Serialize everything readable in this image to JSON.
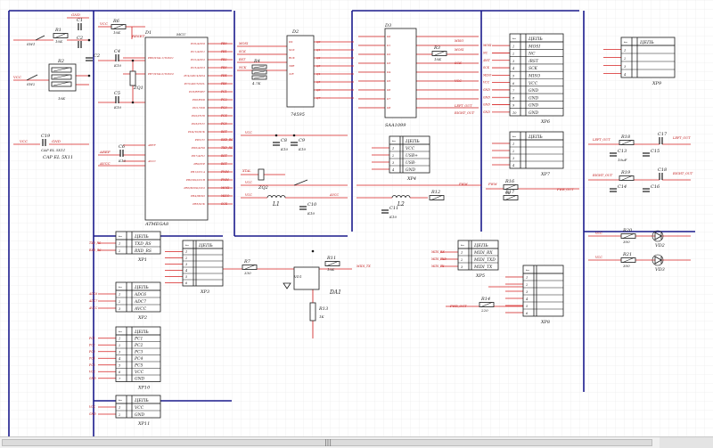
{
  "colors": {
    "bus": "#1a1a8c",
    "wire": "#d62020",
    "comp": "#1a1a1a",
    "netlabel": "#c01818",
    "pin": "#c01818",
    "ref": "#1a1a8c",
    "grid": "#d9d9d9",
    "background": "#ffffff"
  },
  "components": [
    {
      "ref": "R1",
      "value": "10K"
    },
    {
      "ref": "R2",
      "value": "10K"
    },
    {
      "ref": "C1",
      "value": ""
    },
    {
      "ref": "C2",
      "value": ""
    },
    {
      "ref": "SW1",
      "value": ""
    },
    {
      "ref": "SW2",
      "value": ""
    },
    {
      "ref": "R6",
      "value": "10K"
    },
    {
      "ref": "D1",
      "value": "ATMEGA8"
    },
    {
      "ref": "C4",
      "value": "K10"
    },
    {
      "ref": "C5",
      "value": "K10"
    },
    {
      "ref": "ZQ1",
      "value": ""
    },
    {
      "ref": "C6",
      "value": "K10"
    },
    {
      "ref": "C19",
      "value": "CAP EL 5X11"
    },
    {
      "ref": "R4",
      "value": "4.7K"
    },
    {
      "ref": "D2",
      "value": "74595"
    },
    {
      "ref": "D3",
      "value": "SAA1099"
    },
    {
      "ref": "R3",
      "value": "10K"
    },
    {
      "ref": "C8",
      "value": "K10"
    },
    {
      "ref": "C9",
      "value": "K10"
    },
    {
      "ref": "ZQ2",
      "value": ""
    },
    {
      "ref": "L1",
      "value": ""
    },
    {
      "ref": "C10",
      "value": "K10"
    },
    {
      "ref": "C11",
      "value": "K10"
    },
    {
      "ref": "L2",
      "value": ""
    },
    {
      "ref": "R12",
      "value": ""
    },
    {
      "ref": "R16",
      "value": "1K"
    },
    {
      "ref": "R17",
      "value": ""
    },
    {
      "ref": "R18",
      "value": ""
    },
    {
      "ref": "R19",
      "value": ""
    },
    {
      "ref": "C13",
      "value": "10uF"
    },
    {
      "ref": "C14",
      "value": ""
    },
    {
      "ref": "C15",
      "value": ""
    },
    {
      "ref": "C16",
      "value": ""
    },
    {
      "ref": "C17",
      "value": ""
    },
    {
      "ref": "C18",
      "value": ""
    },
    {
      "ref": "R20",
      "value": "300"
    },
    {
      "ref": "R21",
      "value": "300"
    },
    {
      "ref": "VD2",
      "value": ""
    },
    {
      "ref": "VD3",
      "value": ""
    },
    {
      "ref": "R7",
      "value": "330"
    },
    {
      "ref": "R11",
      "value": "10K"
    },
    {
      "ref": "R13",
      "value": "1K"
    },
    {
      "ref": "R14",
      "value": "220"
    },
    {
      "ref": "DA1",
      "value": ""
    },
    {
      "ref": "VD1",
      "value": ""
    }
  ],
  "connectors": [
    {
      "ref": "XP1",
      "header": "ЦЕПЬ",
      "pins": [
        "TXD_RS",
        "RXD_RS"
      ]
    },
    {
      "ref": "XP2",
      "header": "ЦЕПЬ",
      "pins": [
        "ADC6",
        "ADC7",
        "AVCC"
      ]
    },
    {
      "ref": "XP3",
      "header": "ЦЕПЬ",
      "pins": [
        "",
        "",
        "",
        "",
        "",
        ""
      ]
    },
    {
      "ref": "XP4",
      "header": "ЦЕПЬ",
      "pins": [
        "VCC",
        "USB+",
        "USB-",
        "GND"
      ]
    },
    {
      "ref": "XP5",
      "header": "ЦЕПЬ",
      "pins": [
        "MIDI_RX",
        "MIDI_TXD",
        "MIDI_TX"
      ]
    },
    {
      "ref": "XP6",
      "header": "ЦЕПЬ",
      "pins": [
        "MOSI",
        "NC",
        "/RST",
        "SCK",
        "MISO",
        "VCC",
        "GND",
        "GND",
        "GND",
        "GND"
      ]
    },
    {
      "ref": "XP7",
      "header": "ЦЕПЬ",
      "pins": [
        "",
        "",
        "",
        ""
      ]
    },
    {
      "ref": "XP8",
      "header": "",
      "pins": [
        "",
        "",
        "",
        "",
        "",
        ""
      ]
    },
    {
      "ref": "XP9",
      "header": "ЦЕПЬ",
      "pins": [
        "",
        "",
        "",
        ""
      ]
    },
    {
      "ref": "XP10",
      "header": "ЦЕПЬ",
      "pins": [
        "PC1",
        "PC2",
        "PC3",
        "PC4",
        "PC5",
        "VCC",
        "GND"
      ]
    },
    {
      "ref": "XP11",
      "header": "ЦЕПЬ",
      "pins": [
        "VCC",
        "GND"
      ]
    }
  ],
  "netlabels": [
    "GND",
    "VCC",
    "RST",
    "AREF",
    "AVCC",
    "RESET",
    "TXD_RS",
    "RXD_RS",
    "MISO",
    "MOSI",
    "SCK",
    "/RST",
    "LEFT_OUT",
    "RIGHT_OUT",
    "MIDI_RX",
    "MIDI_TX",
    "MIDI_TXD",
    "MIDI_THRU",
    "PWM",
    "PWR_OUT",
    "ADC6",
    "ADC7",
    "XTAL",
    "PC1",
    "PC2",
    "PC3",
    "PC4",
    "PC5",
    "PB0",
    "PB1",
    "PB2",
    "PB3",
    "PB4",
    "PB5"
  ],
  "mcu_pins": [
    "PB6/XTAL1/TOSC1",
    "PB7/XTAL2/TOSC2",
    "AREF",
    "AVCC",
    "PC0/ADC0",
    "PC1/ADC1",
    "PC2/ADC2",
    "PC3/ADC3",
    "PC4/ADC4/SDA",
    "PC5/ADC5/SCL",
    "PC6/RESET",
    "PD0/RXD",
    "PD1/TXD",
    "PD2/INT0",
    "PD3/INT1",
    "PD4/T0/XCK",
    "PD5/T1",
    "PD6/AIN0",
    "PD7/AIN1",
    "PB0/ICP",
    "PB1/OC1A",
    "PB2/SS/OC1B",
    "PB3/MOSI/OC2",
    "PB4/MISO",
    "PB5/SCK"
  ],
  "ui": {
    "scroll_grip": "|||"
  }
}
